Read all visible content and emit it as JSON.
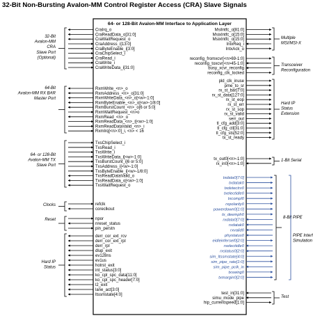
{
  "title": "32-Bit Non-Bursting Avalon-MM Control Register Access (CRA) Slave Signals",
  "block_header": "64- or 128-Bit Avalon-MM Interface to Application Layer",
  "colors": {
    "pipe": "#2a4f9e",
    "line": "#000000"
  },
  "left_signals": [
    {
      "label": "CraIrq_o",
      "dir": "out"
    },
    {
      "label": "CraReadData_o[31:0]",
      "dir": "out"
    },
    {
      "label": "CraWaitRequest_o",
      "dir": "out"
    },
    {
      "label": "CraAddress_i[13:0]",
      "dir": "in"
    },
    {
      "label": "CraByteEnable_i[3:0]",
      "dir": "in"
    },
    {
      "label": "CraChipSelect_i",
      "dir": "in"
    },
    {
      "label": "CraRead_i",
      "dir": "in"
    },
    {
      "label": "CraWrite_i",
      "dir": "in"
    },
    {
      "label": "CraWriteData_i[31:0]",
      "dir": "in"
    },
    {
      "label": "RxmWrite_<n>_o",
      "dir": "out"
    },
    {
      "label": "RxmAddress_<n>_o[31:0]",
      "dir": "out"
    },
    {
      "label": "RxmWriteData_<n>_o[<w>-1:0]",
      "dir": "out"
    },
    {
      "label": "RxmByteEnable_<n>_o[<w>-1/8:0]",
      "dir": "out"
    },
    {
      "label": "RxmBurstCount_<n>_o[6 or 5:0]",
      "dir": "out"
    },
    {
      "label": "RxmWaitRequest_<n>o",
      "dir": "in"
    },
    {
      "label": "RxmRead_<n>_o",
      "dir": "out"
    },
    {
      "label": "RxmReadData_<n>_i[<w>-1:0]",
      "dir": "in"
    },
    {
      "label": "RxmReadDataValid_<n>_i",
      "dir": "in"
    },
    {
      "label": "RxmIrq[<n>:0]_i, <n> < 16",
      "dir": "in"
    },
    {
      "label": "TxsChipSelect_i",
      "dir": "in"
    },
    {
      "label": "TxsRead_i",
      "dir": "in"
    },
    {
      "label": "TxsWrite_i",
      "dir": "in"
    },
    {
      "label": "TxsWriteData_i[<w>-1:0]",
      "dir": "in"
    },
    {
      "label": "TxsBurstCount_i[6 or 5:0]",
      "dir": "in"
    },
    {
      "label": "TxsAddress_i[<w>-1:0]",
      "dir": "in"
    },
    {
      "label": "TxsByteEnable_i[<w>-1/8:0]",
      "dir": "in"
    },
    {
      "label": "TxsReadDataValid_o",
      "dir": "out"
    },
    {
      "label": "TxsReadData_o[<w>-1:0]",
      "dir": "out"
    },
    {
      "label": "TxsWaitRequest_o",
      "dir": "out"
    },
    {
      "label": "refclk",
      "dir": "in"
    },
    {
      "label": "coreclkout",
      "dir": "out"
    },
    {
      "label": "npor",
      "dir": "in"
    },
    {
      "label": "nreset_status",
      "dir": "out"
    },
    {
      "label": "pin_perstn",
      "dir": "in"
    },
    {
      "label": "derr_cor_ext_rcv",
      "dir": "out"
    },
    {
      "label": "derr_cor_ext_rpl",
      "dir": "out"
    },
    {
      "label": "derr_rpl",
      "dir": "out"
    },
    {
      "label": "dlup_exit",
      "dir": "out"
    },
    {
      "label": "ev128ns",
      "dir": "out"
    },
    {
      "label": "ev1us",
      "dir": "out"
    },
    {
      "label": "hotrst_exit",
      "dir": "out"
    },
    {
      "label": "int_status[3:0]",
      "dir": "out"
    },
    {
      "label": "ko_cpl_spc_data[11:0]",
      "dir": "out"
    },
    {
      "label": "ko_cpl_spc_header[7:0]",
      "dir": "out"
    },
    {
      "label": "l2_exit",
      "dir": "out"
    },
    {
      "label": "lane_act[3:0]",
      "dir": "out"
    },
    {
      "label": "ltssmstate[4:0]",
      "dir": "out"
    }
  ],
  "right_signals": [
    {
      "label": "MsiIntfc_o[81:0]",
      "dir": "out"
    },
    {
      "label": "MsixIntfc_o[15:0]",
      "dir": "out"
    },
    {
      "label": "MsixIntfc_o[15:0]",
      "dir": "out"
    },
    {
      "label": "IntxReq_i",
      "dir": "in"
    },
    {
      "label": "IntxAck_o",
      "dir": "out"
    },
    {
      "label": "reconfig_fromxcvr[<n>69-1:0]",
      "dir": "out"
    },
    {
      "label": "reconfig_toxcvr[<n>45-1:0]",
      "dir": "in"
    },
    {
      "label": "busy_xcvr_reconfig",
      "dir": "in"
    },
    {
      "label": "reconfig_clk_locked",
      "dir": "out"
    },
    {
      "label": "pld_clk_inuse",
      "dir": "out"
    },
    {
      "label": "pme_to_sr",
      "dir": "out"
    },
    {
      "label": "rx_st_bar[7:0]",
      "dir": "out"
    },
    {
      "label": "rx_st_data[127:0]",
      "dir": "out"
    },
    {
      "label": "rx_st_eop",
      "dir": "out"
    },
    {
      "label": "rx_st_err",
      "dir": "out"
    },
    {
      "label": "rx_st_sop",
      "dir": "out"
    },
    {
      "label": "rx_st_valid",
      "dir": "out"
    },
    {
      "label": "serr_out",
      "dir": "out"
    },
    {
      "label": "tl_cfg_add[3:0]",
      "dir": "out"
    },
    {
      "label": "tl_cfg_ctl[31:0]",
      "dir": "out"
    },
    {
      "label": "tl_cfg_sts[52:0]",
      "dir": "out"
    },
    {
      "label": "tx_st_ready",
      "dir": "out"
    },
    {
      "label": "tx_out0[<n>-1:0]",
      "dir": "out"
    },
    {
      "label": "rx_in0[<n>-1:0]",
      "dir": "in"
    },
    {
      "label": "test_in[31:0]",
      "dir": "in"
    },
    {
      "label": "simu_mode_pipe",
      "dir": "in"
    },
    {
      "label": "hip_currentspeed[1:0]",
      "dir": "out"
    }
  ],
  "pipe_signals": [
    {
      "label": "txdata0[7:0]",
      "dir": "out"
    },
    {
      "label": "txdatak0",
      "dir": "out"
    },
    {
      "label": "txdetectrx0",
      "dir": "out"
    },
    {
      "label": "txelectidle0",
      "dir": "out"
    },
    {
      "label": "txcompl0",
      "dir": "out"
    },
    {
      "label": "rxpolarity0",
      "dir": "out"
    },
    {
      "label": "powerdown0[1:0]",
      "dir": "out"
    },
    {
      "label": "tx_deemph0",
      "dir": "out"
    },
    {
      "label": "rxdata0[7:0]",
      "dir": "in"
    },
    {
      "label": "rxdatak0",
      "dir": "in"
    },
    {
      "label": "rxvalid0",
      "dir": "in"
    },
    {
      "label": "phystatus0",
      "dir": "in"
    },
    {
      "label": "eidleinfersel0[2:0]",
      "dir": "out"
    },
    {
      "label": "rxelectidle0",
      "dir": "in"
    },
    {
      "label": "rxstatus0[2:0]",
      "dir": "in"
    },
    {
      "label": "sim_ltssmstate[4:0]",
      "dir": "out"
    },
    {
      "label": "sim_pipe_rate[1:0]",
      "dir": "out"
    },
    {
      "label": "sim_pipe_pclk_in",
      "dir": "in"
    },
    {
      "label": "txswing0",
      "dir": "out"
    },
    {
      "label": "txmargin0[2:0]",
      "dir": "out"
    }
  ],
  "left_groups": [
    {
      "lines": [
        "32-Bit",
        "Avalon-MM",
        "CRA",
        "Slave Port",
        "(Optional)"
      ]
    },
    {
      "lines": [
        "64-Bit",
        "Avalon-MM RX BAR",
        "Master Port"
      ]
    },
    {
      "lines": [
        "64- or 128-Bit",
        "Avalon-MM TX",
        "Slave Port"
      ]
    },
    {
      "lines": [
        "Clocks"
      ]
    },
    {
      "lines": [
        "Reset"
      ]
    },
    {
      "lines": [
        "Hard IP",
        "Status"
      ]
    }
  ],
  "right_groups": [
    {
      "lines": [
        "Multiple",
        "MSI/MSI-X"
      ]
    },
    {
      "lines": [
        "Transceiver",
        "Reconfiguration"
      ]
    },
    {
      "lines": [
        "Hard IP",
        "Status",
        "Extension"
      ]
    },
    {
      "lines": [
        "1-Bit Serial"
      ]
    },
    {
      "lines": [
        "8-Bit PIPE"
      ]
    },
    {
      "lines": [
        "PIPE Interface",
        "Simulation Only"
      ]
    },
    {
      "lines": [
        "Test"
      ]
    }
  ]
}
